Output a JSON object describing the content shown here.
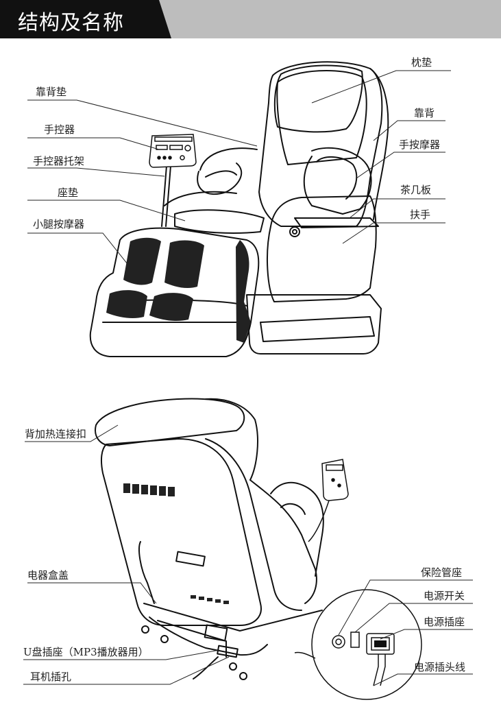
{
  "header": {
    "title": "结构及名称"
  },
  "figure1": {
    "labels": {
      "pillow": "枕垫",
      "backrest_cushion": "靠背垫",
      "backrest": "靠背",
      "remote": "手控器",
      "hand_massager": "手按摩器",
      "remote_holder": "手控器托架",
      "tea_table": "茶几板",
      "seat_cushion": "座垫",
      "armrest": "扶手",
      "leg_massager": "小腿按摩器"
    }
  },
  "figure2": {
    "labels": {
      "heating_connector": "背加热连接扣",
      "electrical_box_cover": "电器盒盖",
      "fuse_holder": "保险管座",
      "power_switch": "电源开关",
      "power_socket": "电源插座",
      "usb_socket": "U盘插座（MP3播放器用）",
      "earphone_jack": "耳机插孔",
      "power_cord": "电源插头线"
    }
  }
}
